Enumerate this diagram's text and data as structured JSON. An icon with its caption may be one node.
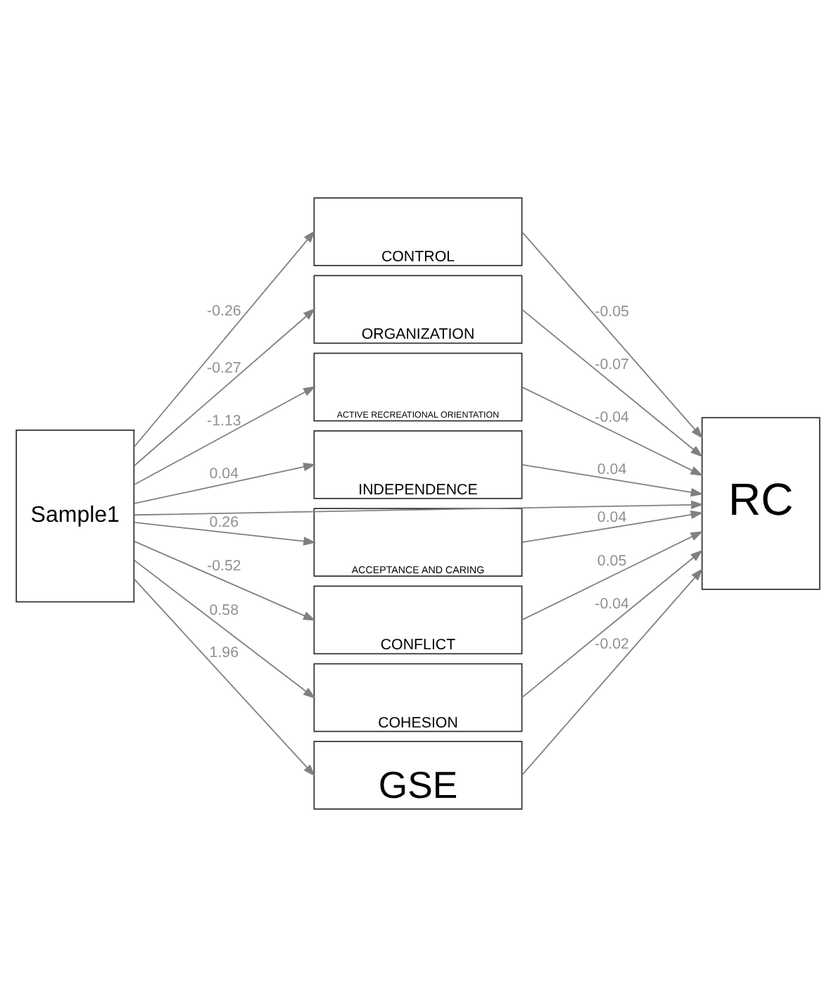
{
  "diagram": {
    "nodes": [
      {
        "text": [
          "Sample1"
        ]
      },
      {
        "text": [
          "CONTROL"
        ]
      },
      {
        "text": [
          "ORGANIZATION"
        ]
      },
      {
        "text": [
          "ACTIVE RECREATIONAL ORIENTATION"
        ]
      },
      {
        "text": [
          "INDEPENDENCE"
        ]
      },
      {
        "text": [
          "ACCEPTANCE AND CARING"
        ]
      },
      {
        "text": [
          "CONFLICT"
        ]
      },
      {
        "text": [
          "COHESION"
        ]
      },
      {
        "text": [
          "GSE"
        ]
      },
      {
        "text": [
          "RC"
        ]
      }
    ],
    "edges": [
      {
        "from": 0,
        "to": 1,
        "arrow": "to",
        "label": "-0.26"
      },
      {
        "from": 0,
        "to": 2,
        "arrow": "to",
        "label": "-0.27"
      },
      {
        "from": 0,
        "to": 3,
        "arrow": "to",
        "label": "-1.13"
      },
      {
        "from": 0,
        "to": 4,
        "arrow": "to",
        "label": "0.04"
      },
      {
        "from": 0,
        "to": 5,
        "arrow": "to",
        "label": "0.26"
      },
      {
        "from": 0,
        "to": 6,
        "arrow": "to",
        "label": "-0.52"
      },
      {
        "from": 0,
        "to": 7,
        "arrow": "to",
        "label": "0.58"
      },
      {
        "from": 0,
        "to": 8,
        "arrow": "to",
        "label": "1.96"
      },
      {
        "from": 1,
        "to": 9,
        "arrow": "to",
        "label": "-0.05"
      },
      {
        "from": 2,
        "to": 9,
        "arrow": "to",
        "label": "-0.07"
      },
      {
        "from": 3,
        "to": 9,
        "arrow": "to",
        "label": "-0.04"
      },
      {
        "from": 4,
        "to": 9,
        "arrow": "to",
        "label": "0.04"
      },
      {
        "from": 5,
        "to": 9,
        "arrow": "to",
        "label": "0.04"
      },
      {
        "from": 6,
        "to": 9,
        "arrow": "to",
        "label": "0.05"
      },
      {
        "from": 7,
        "to": 9,
        "arrow": "to",
        "label": "-0.04"
      },
      {
        "from": 8,
        "to": 9,
        "arrow": "to",
        "label": "-0.02"
      },
      {
        "from": 0,
        "to": 9,
        "arrow": "to"
      }
    ]
  }
}
